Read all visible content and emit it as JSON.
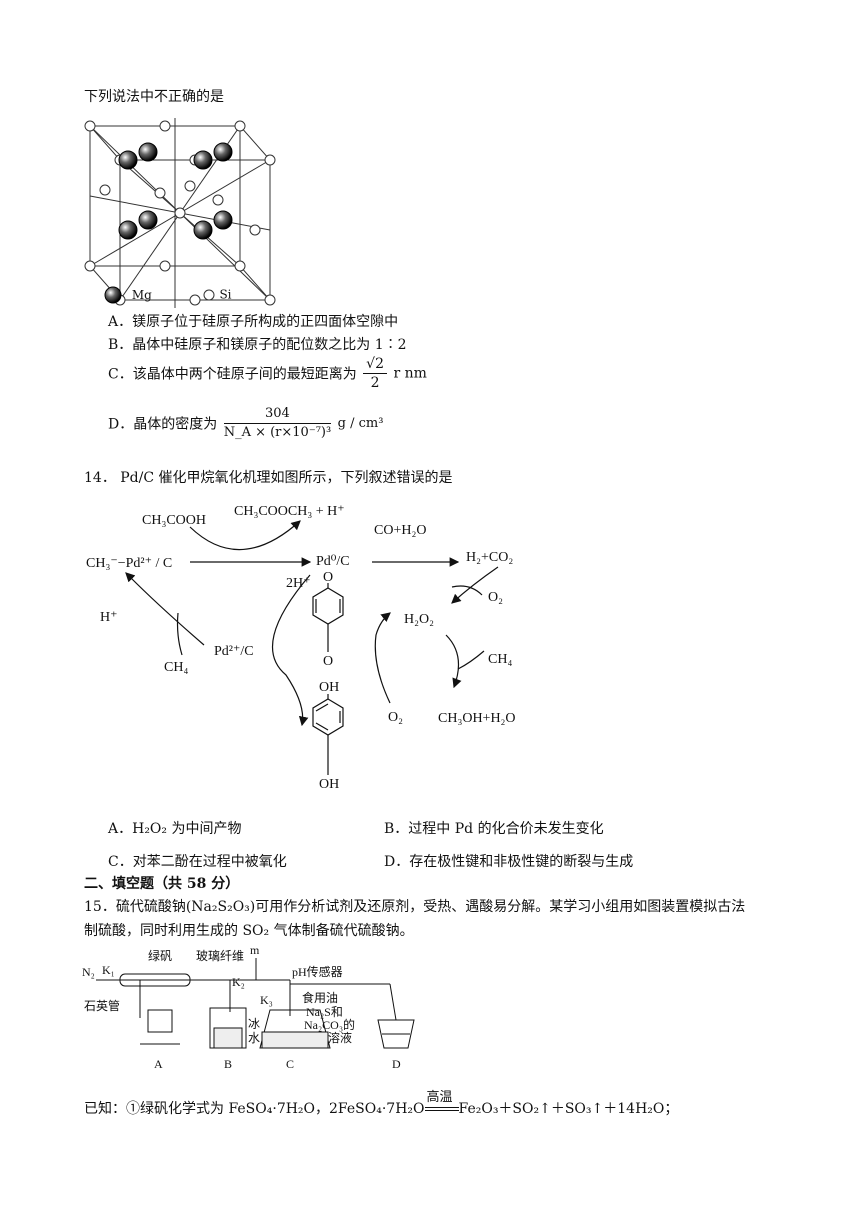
{
  "q13": {
    "lead": "下列说法中不正确的是",
    "legend": {
      "mg": "Mg",
      "si": "Si"
    },
    "options": {
      "A": "A．镁原子位于硅原子所构成的正四面体空隙中",
      "B": "B．晶体中硅原子和镁原子的配位数之比为 1∶2",
      "C_text": "C．该晶体中两个硅原子间的最短距离为",
      "C_num": "√2",
      "C_den": "2",
      "C_unit": "r nm",
      "D_text": "D．晶体的密度为",
      "D_num": "304",
      "D_den": "N_A × (r×10⁻⁷)³",
      "D_unit": "g / cm³"
    }
  },
  "q14": {
    "stem": "14． Pd/C 催化甲烷氧化机理如图所示，下列叙述错误的是",
    "diagram": {
      "ch3cooh": "CH₃COOH",
      "ch3cooch3": "CH₃COOCH₃ + H⁺",
      "ch3pd": "CH₃⁻−Pd²⁺ / C",
      "pd0": "Pd⁰/C",
      "co_h2o": "CO+H₂O",
      "h2_co2": "H₂+CO₂",
      "o2_top": "O₂",
      "h_plus": "H⁺",
      "two_h": "2H⁺",
      "pd2": "Pd²⁺/C",
      "ch4_left": "CH₄",
      "h2o2": "H₂O₂",
      "ch4_right": "CH₄",
      "o2_mid": "O₂",
      "ch3oh": "CH₃OH+H₂O",
      "oh_top": "OH",
      "oh_bottom": "OH",
      "o_top": "O",
      "o_bottom": "O"
    },
    "options": {
      "A": "A．H₂O₂ 为中间产物",
      "B": "B．过程中 Pd 的化合价未发生变化",
      "C": "C．对苯二酚在过程中被氧化",
      "D": "D．存在极性键和非极性键的断裂与生成"
    }
  },
  "section2": "二、填空题（共 58 分）",
  "q15": {
    "line1": "15．硫代硫酸钠(Na₂S₂O₃)可用作分析试剂及还原剂，受热、遇酸易分解。某学习小组用如图装置模拟古法",
    "line2": "制硫酸，同时利用生成的 SO₂ 气体制备硫代硫酸钠。",
    "apparatus": {
      "n2": "N₂",
      "k1": "K₁",
      "lvfan": "绿矾",
      "boli": "玻璃纤维",
      "m": "m",
      "k2": "K₂",
      "k3": "K₃",
      "ph": "pH传感器",
      "shiying": "石英管",
      "oil": "食用油",
      "ice1": "冰",
      "ice2": "水",
      "mix1": "Na₂S和",
      "mix2": "Na₂CO₃的",
      "mix3": "混合溶液",
      "A": "A",
      "B": "B",
      "C": "C",
      "D": "D"
    },
    "known_prefix": "已知：①绿矾化学式为 FeSO₄·7H₂O，2FeSO₄·7H₂O",
    "known_condition": "高温",
    "known_suffix": "Fe₂O₃＋SO₂↑＋SO₃↑＋14H₂O；"
  }
}
